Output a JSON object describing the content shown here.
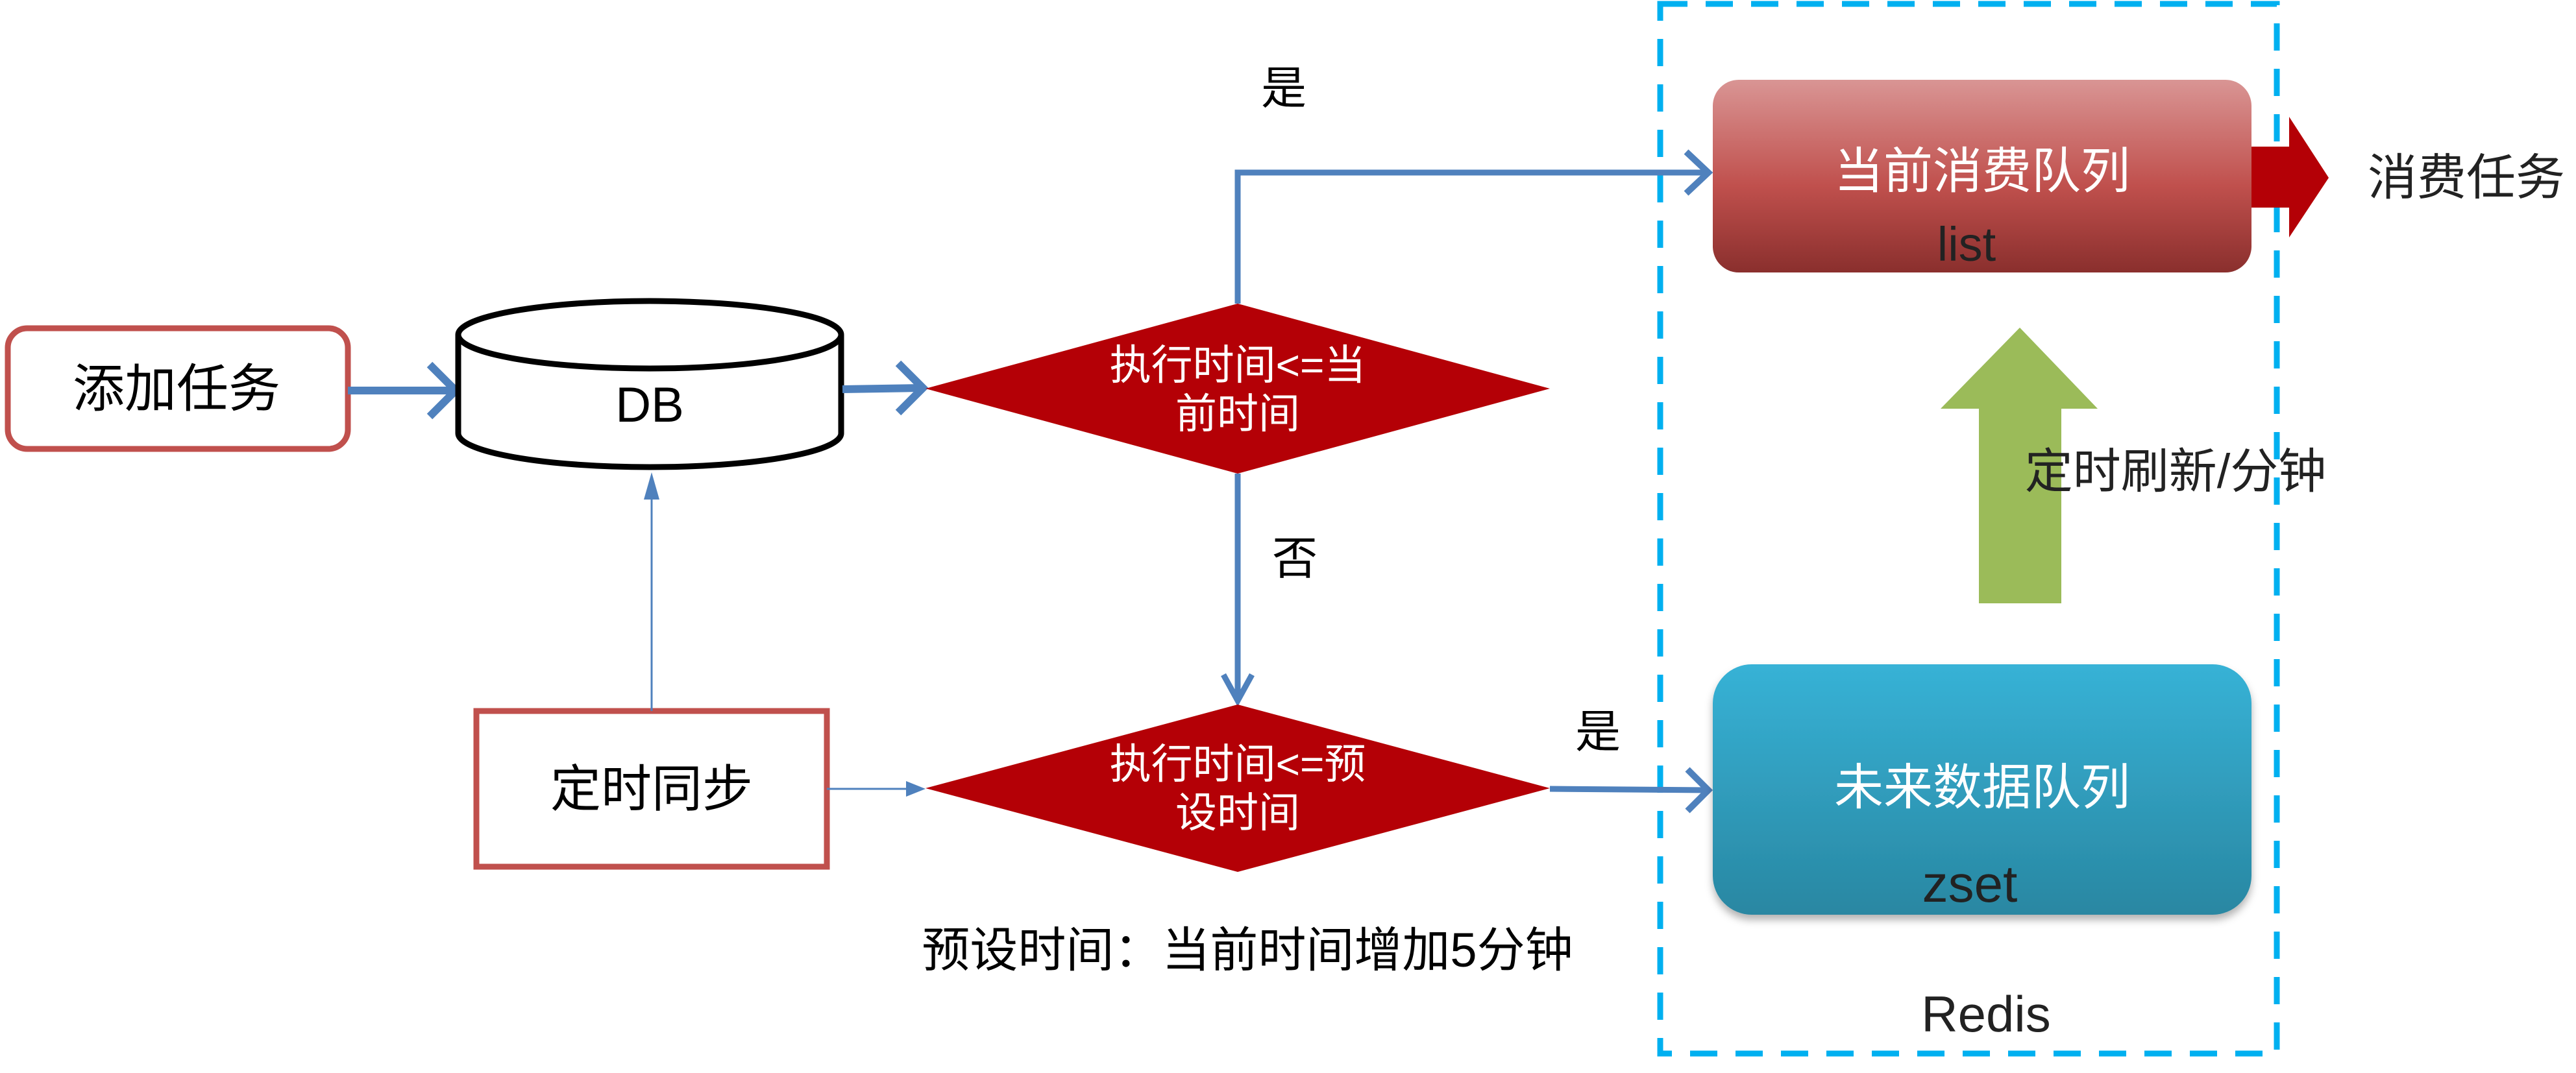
{
  "nodes": {
    "add_task": {
      "label": "添加任务"
    },
    "db": {
      "label": "DB"
    },
    "decision_current": {
      "line1": "执行时间<=当",
      "line2": "前时间"
    },
    "decision_preset": {
      "line1": "执行时间<=预",
      "line2": "设时间"
    },
    "timed_sync": {
      "label": "定时同步"
    },
    "current_queue": {
      "title": "当前消费队列",
      "type": "list"
    },
    "future_queue": {
      "title": "未来数据队列",
      "type": "zset"
    },
    "consume": {
      "label": "消费任务"
    },
    "redis": {
      "label": "Redis"
    }
  },
  "edges": {
    "yes_top": "是",
    "no": "否",
    "yes_bottom": "是",
    "refresh": "定时刷新/分钟"
  },
  "note": "预设时间：当前时间增加5分钟",
  "colors": {
    "flow_blue": "#4f81bd",
    "decision_red": "#b40006",
    "box_border_red": "#c0504d",
    "redis_dash": "#00b0f0",
    "refresh_green": "#9bbb59",
    "consume_arrow": "#b40006"
  }
}
